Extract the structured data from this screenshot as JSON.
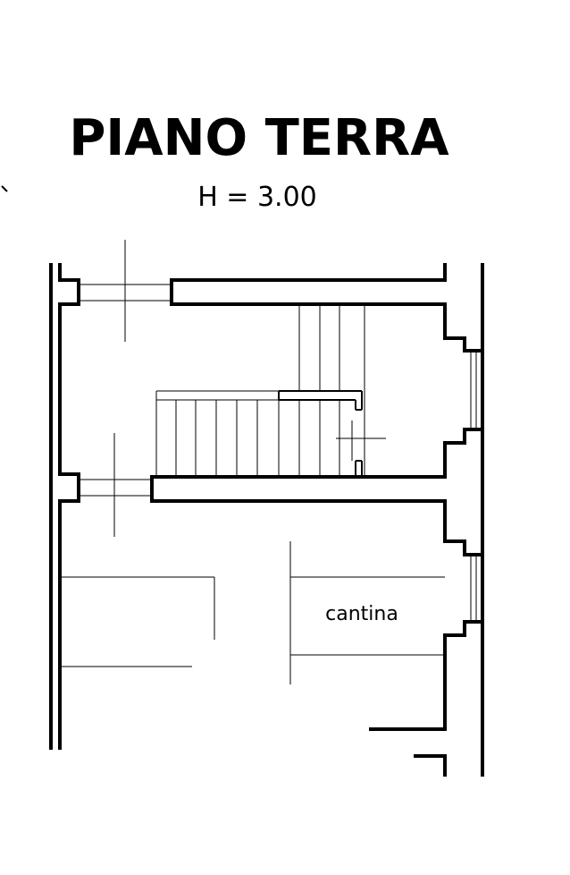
{
  "plan": {
    "title": "PIANO TERRA",
    "height_label": "H = 3.00",
    "rooms": [
      {
        "label": "cantina"
      }
    ]
  }
}
